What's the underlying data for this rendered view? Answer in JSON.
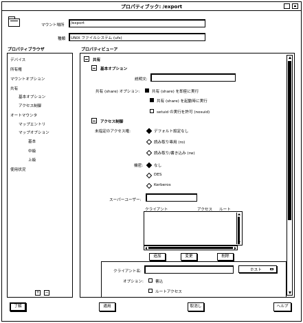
{
  "window": {
    "title": "プロパティブック: /export"
  },
  "header": {
    "mount_point_label": "マウント場所",
    "mount_point_value": "/export",
    "type_label": "種類",
    "type_value": "UNIX ファイルシステム (ufs)"
  },
  "left_pane": {
    "title": "プロパティブラウザ",
    "items": [
      {
        "label": "デバイス"
      },
      {
        "label": "所有権"
      },
      {
        "label": "マウントオプション"
      },
      {
        "label": "共有"
      },
      {
        "label": "基本オプション"
      },
      {
        "label": "アクセス制御"
      },
      {
        "label": "オートマウンタ"
      },
      {
        "label": "マップエントリ"
      },
      {
        "label": "マップオプション"
      },
      {
        "label": "基本"
      },
      {
        "label": "中級"
      },
      {
        "label": "上級"
      },
      {
        "label": "使用状況"
      }
    ],
    "add_symbol": "+",
    "remove_symbol": "−"
  },
  "right_pane": {
    "title": "プロパティビューア",
    "share_section": "共有",
    "basic_section": "基本オプション",
    "description_label": "説明文:",
    "description_value": "",
    "share_option_label": "共有 (share) オプション:",
    "share_options": [
      {
        "label": "共有 (share) を即座に実行",
        "checked": true
      },
      {
        "label": "共有 (share) を起動時に実行",
        "checked": true
      },
      {
        "label": "setuid の実行を許可 (nosuid)",
        "checked": false
      }
    ],
    "access_section": "アクセス制御",
    "default_access_label": "未指定のアクセス権:",
    "access_options": [
      {
        "label": "デフォルト設定なし",
        "selected": true
      },
      {
        "label": "読み取り専用 (ro)",
        "selected": false
      },
      {
        "label": "読み取り/書き込み (rw)",
        "selected": false
      }
    ],
    "security_label": "機密:",
    "security_options": [
      {
        "label": "なし",
        "selected": true
      },
      {
        "label": "DES",
        "selected": false
      },
      {
        "label": "Kerberos",
        "selected": false
      }
    ],
    "superuser_label": "スーパーユーザー:",
    "superuser_value": "",
    "client_list": {
      "col_client": "クライアント",
      "col_access": "アクセス",
      "col_root": "ルート"
    },
    "list_buttons": {
      "add": "追加",
      "change": "変更",
      "delete": "削除"
    },
    "client_name_label": "クライアント名:",
    "client_name_value": "",
    "client_type_value": "ホスト",
    "options_label": "オプション:",
    "option_write": "書込",
    "option_root": "ルートアクセス"
  },
  "footer": {
    "ok": "了解",
    "apply": "適用",
    "cancel": "取消し",
    "help": "ヘルプ"
  }
}
